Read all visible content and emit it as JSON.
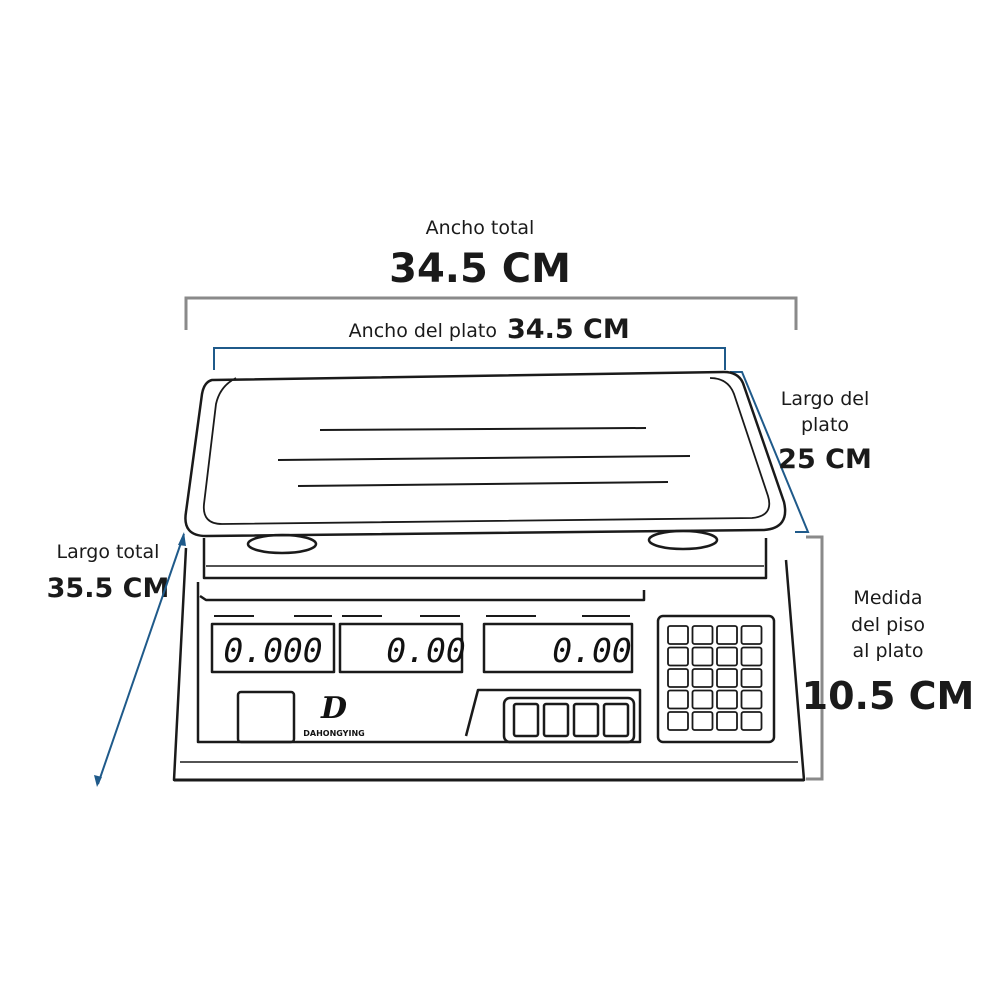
{
  "dimensions": {
    "total_width": {
      "label": "Ancho total",
      "value": "34.5 CM"
    },
    "plate_width": {
      "label": "Ancho del plato",
      "value": "34.5 CM"
    },
    "plate_length": {
      "label_line1": "Largo del",
      "label_line2": "plato",
      "value": "25 CM"
    },
    "total_length": {
      "label": "Largo total",
      "value": "35.5 CM"
    },
    "floor_to_plate": {
      "label_line1": "Medida",
      "label_line2": "del piso",
      "label_line3": "al plato",
      "value": "10.5 CM"
    }
  },
  "scale": {
    "displays": [
      "0.000",
      "0.00",
      "0.00"
    ],
    "brand_mark": "D",
    "brand_name": "DAHONGYING"
  },
  "colors": {
    "outline": "#1a1a1a",
    "dimension_line_gray": "#8a8a8a",
    "dimension_line_blue": "#1f5a8a"
  }
}
